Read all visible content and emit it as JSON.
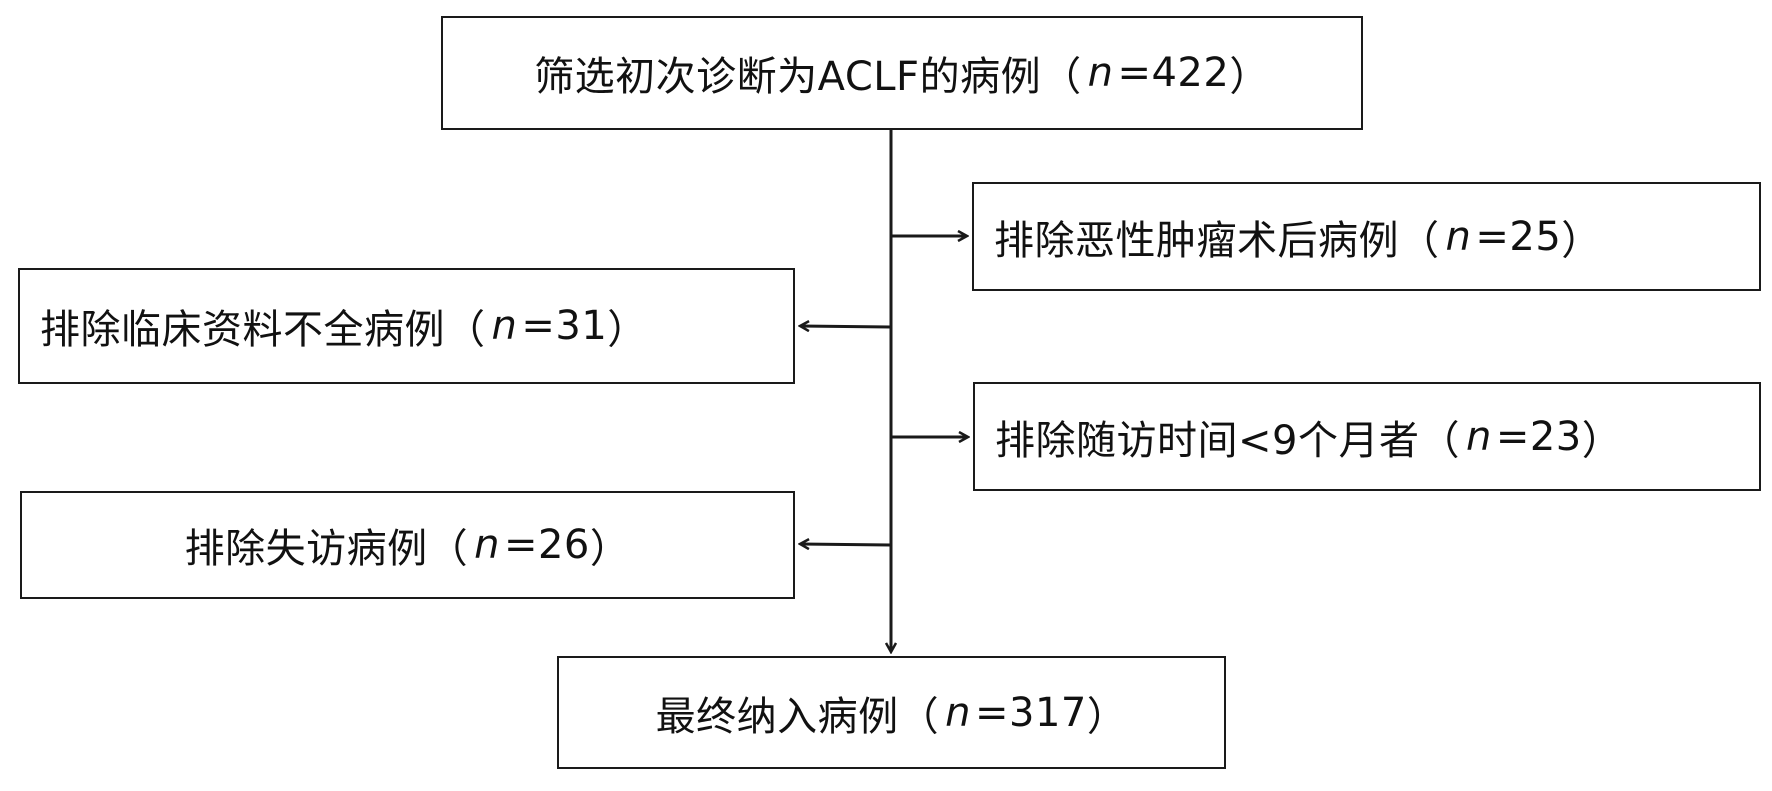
{
  "boxes": {
    "screen": {
      "prefix": "筛选初次诊断为ACLF的病例（",
      "n": "n",
      "value": "=422",
      "suffix": "）"
    },
    "malig": {
      "prefix": "排除恶性肿瘤术后病例（",
      "n": "n",
      "value": "=25",
      "suffix": "）"
    },
    "clinical": {
      "prefix": "排除临床资料不全病例（",
      "n": "n",
      "value": "=31",
      "suffix": "）"
    },
    "follow": {
      "prefix": "排除随访时间<9个月者（",
      "n": "n",
      "value": "=23",
      "suffix": "）"
    },
    "lost": {
      "prefix": "排除失访病例（",
      "n": "n",
      "value": "=26",
      "suffix": "）"
    },
    "final": {
      "prefix": "最终纳入病例（",
      "n": "n",
      "value": "=317",
      "suffix": "）"
    }
  },
  "colors": {
    "line": "#1a1a1a",
    "text": "#111111",
    "background": "#ffffff"
  }
}
